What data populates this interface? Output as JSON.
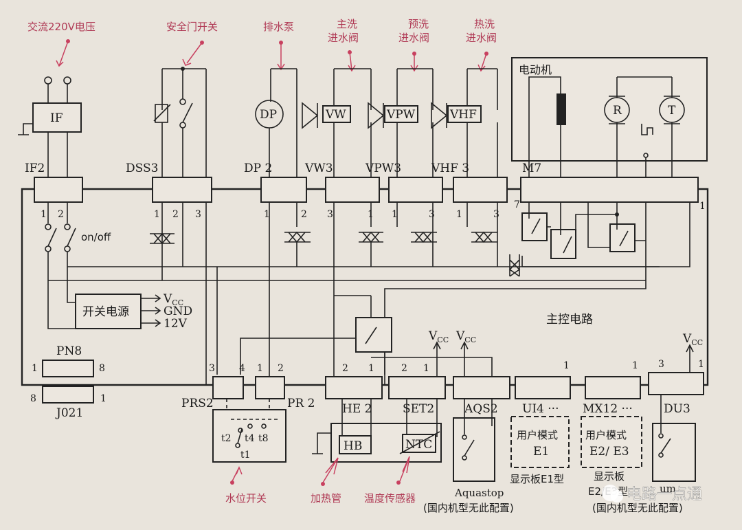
{
  "annotations": {
    "ac_voltage": "交流220V电压",
    "door_switch": "安全门开关",
    "drain_pump": "排水泵",
    "main_valve": "主洗\n进水阀",
    "prewash_valve": "预洗\n进水阀",
    "hot_valve": "热洗\n进水阀",
    "level_switch": "水位开关",
    "heater": "加热管",
    "temp_sensor": "温度传感器"
  },
  "components": {
    "filter": "IF",
    "drain_pump": "DP",
    "valve_main": "VW",
    "valve_prewash": "VPW",
    "valve_hot": "VHF",
    "motor_title": "电动机",
    "motor_r": "R",
    "motor_t": "T",
    "power_supply": "开关电源",
    "heater": "HB",
    "ntc": "NTC",
    "main_board": "主控电路",
    "onoff": "on/off"
  },
  "connectors": {
    "if2": "IF2",
    "dss3": "DSS3",
    "dp2": "DP 2",
    "vw3": "VW3",
    "vpw3": "VPW3",
    "vhf3": "VHF 3",
    "m7": "M7",
    "pn8": "PN8",
    "j021": "J021",
    "prs2": "PRS2",
    "pr2": "PR 2",
    "he2": "HE 2",
    "set2": "SET2",
    "aqs2": "AQS2",
    "ui4": "UI4  ···",
    "mx12": "MX12  ···",
    "du3": "DU3"
  },
  "outputs": {
    "vcc": "V",
    "vcc_sub": "CC",
    "gnd": "GND",
    "v12": "12V"
  },
  "pins": {
    "one": "1",
    "two": "2",
    "three": "3",
    "four": "4",
    "seven": "7",
    "eight": "8",
    "t1": "t1",
    "t2": "t2",
    "t4": "t4",
    "t8": "t8"
  },
  "modules": {
    "e1_line1": "用户模式",
    "e1_line2": "E1",
    "e23_line1": "用户模式",
    "e23_line2": "E2/ E3",
    "e1_caption": "显示板E1型",
    "e23_caption": "显示板",
    "e23_caption2": "E2/E3型",
    "aquastop": "Aquastop",
    "not_configured": "(国内机型无此配置)",
    "not_configured2": "(国内机型无此配置)",
    "du_partial": "um"
  },
  "watermark": "电路一点通",
  "colors": {
    "annotation": "#b03a55",
    "line": "#222222",
    "paper": "#e9e4dc"
  }
}
